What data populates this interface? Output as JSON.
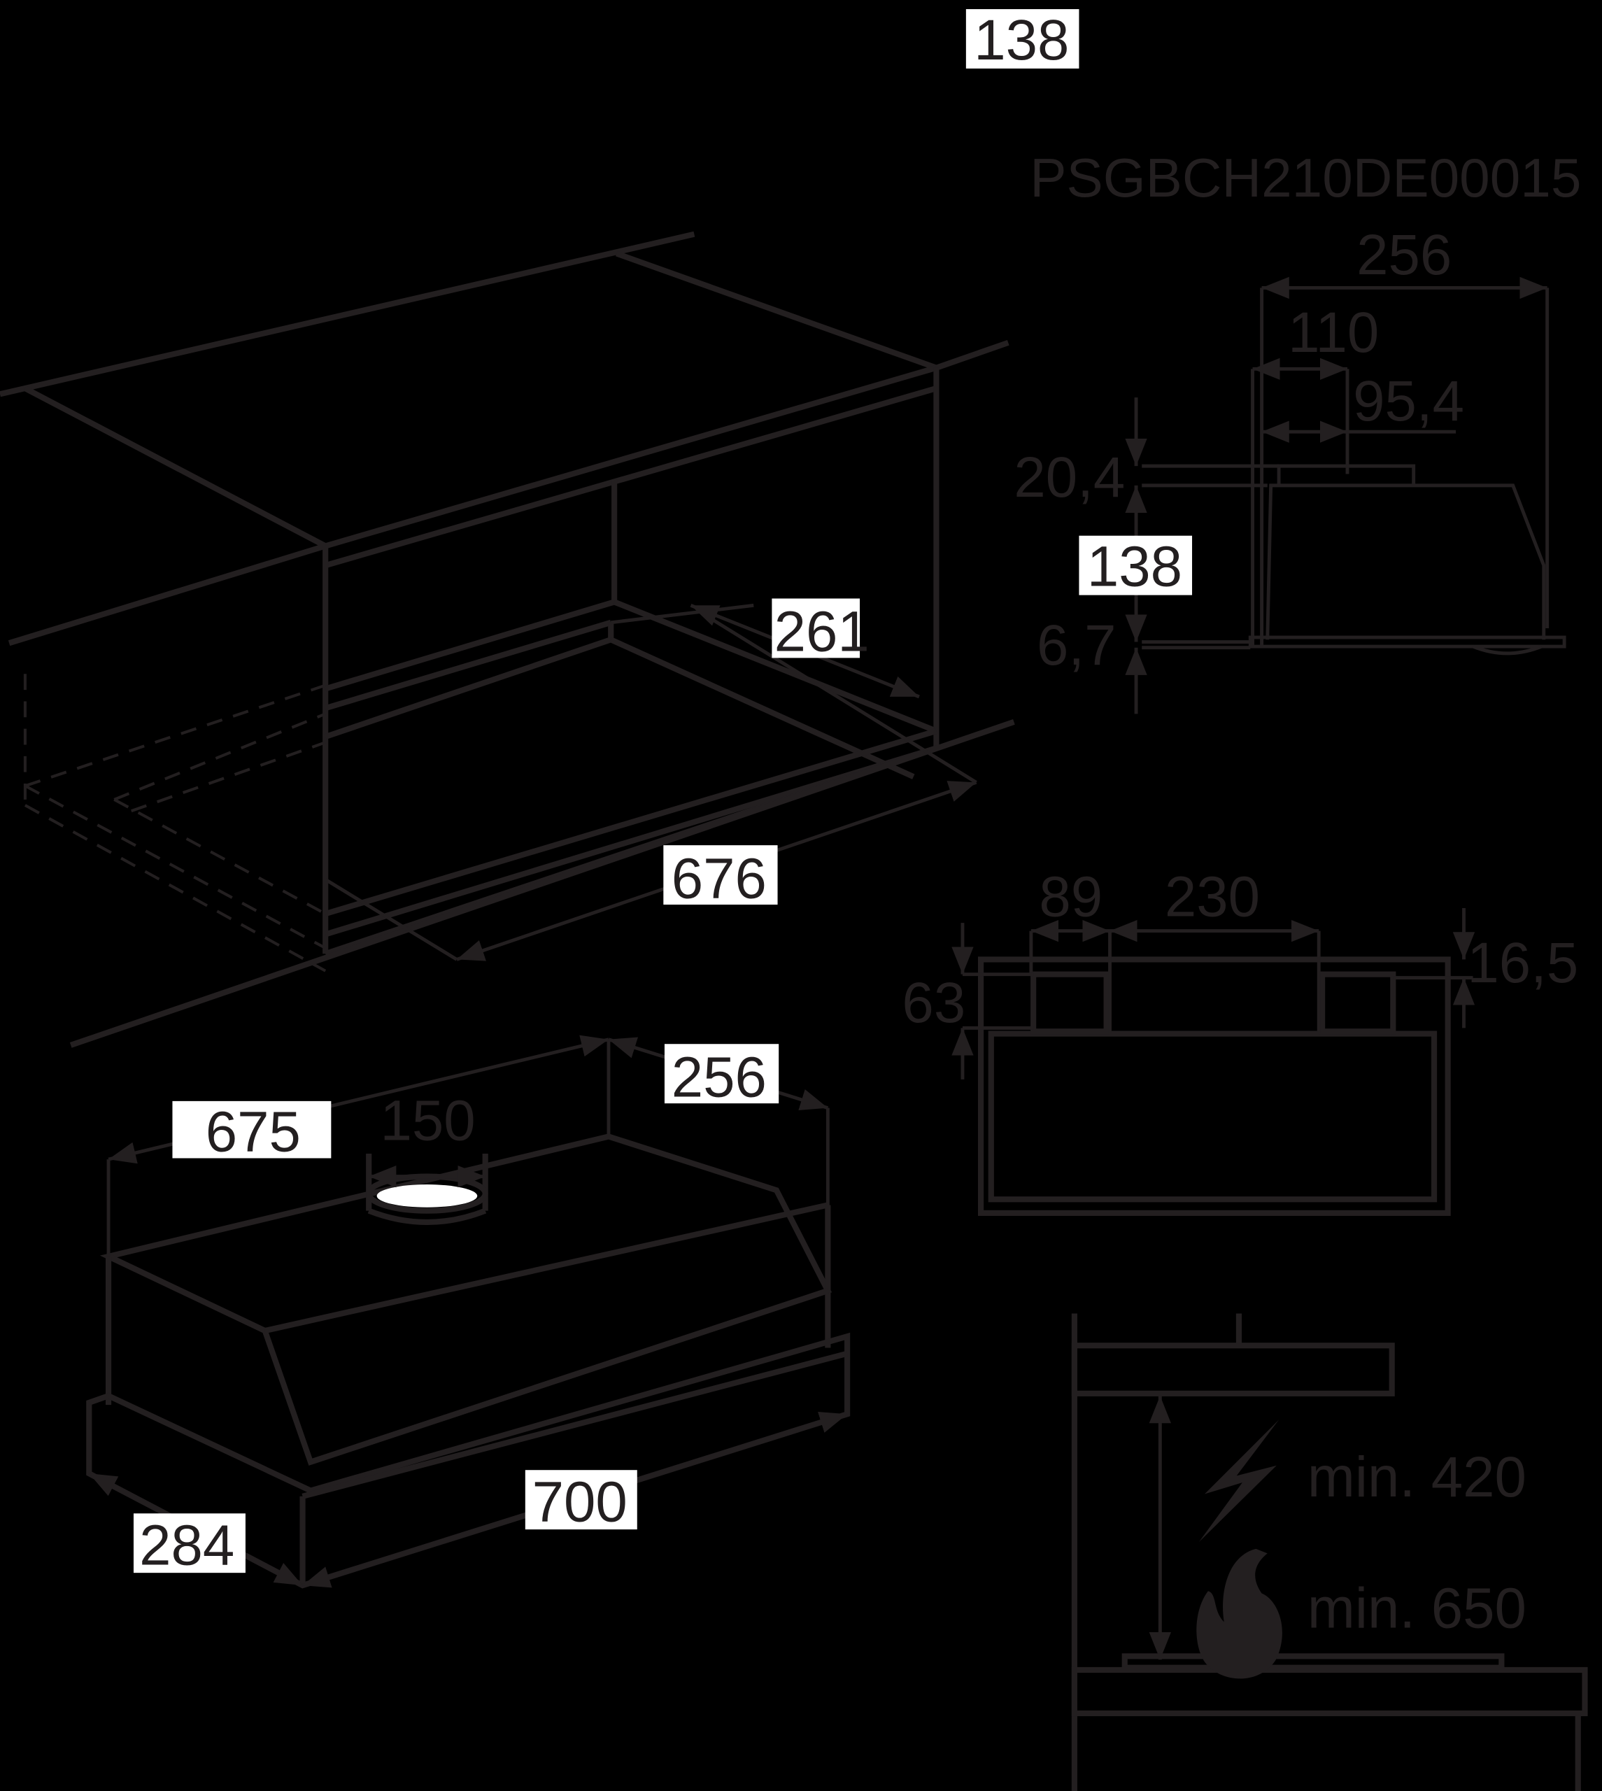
{
  "diagram": {
    "title_code": "PSGBCH210DE00015",
    "top_label": "138",
    "units": "mm",
    "colors": {
      "background": "#000000",
      "line": "#231f20",
      "label_box": "#ffffff"
    },
    "cabinet_view": {
      "depth": "261",
      "width": "676"
    },
    "hood_view": {
      "top_width": "675",
      "duct_diameter": "150",
      "top_depth": "256",
      "front_width": "700",
      "side_depth": "284"
    },
    "side_view": {
      "overall_depth": "256",
      "duct_offset": "110",
      "duct_center": "95,4",
      "collar_height": "20,4",
      "body_height": "138",
      "bottom_height": "6,7"
    },
    "front_view": {
      "left_offset": "89",
      "duct_width": "230",
      "height_63": "63",
      "rim_165": "16,5"
    },
    "clearance_view": {
      "electric_min": "min. 420",
      "gas_min": "min. 650",
      "icons": [
        "lightning-icon",
        "flame-icon"
      ]
    }
  }
}
